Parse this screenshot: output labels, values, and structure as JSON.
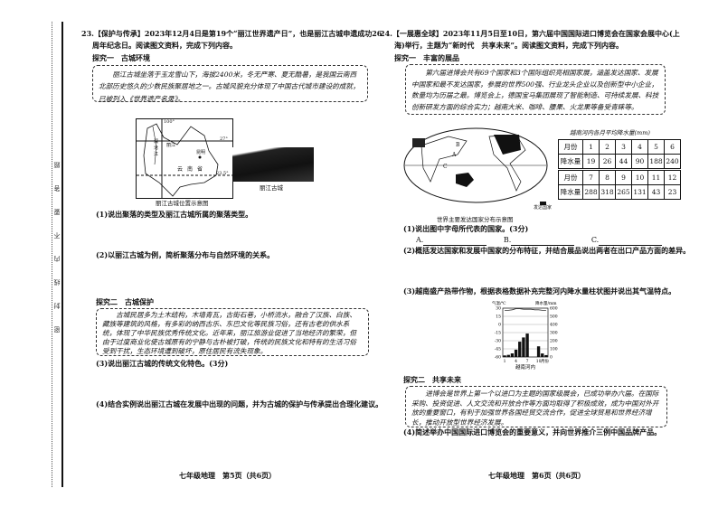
{
  "binding_margin": "密封线内不要答题",
  "left_page": {
    "q23_intro": [
      "23.【保护与传承】2023年12月4日是第19个“丽江世界遗产日”，也是丽江古城申遗成功26",
      "周年纪念日。阅读图文资料，完成下列内容。"
    ],
    "explore1_title": "探究一　古城环境",
    "explore1_text": "丽江古城坐落于玉龙雪山下，海拔2400米，冬无严寒、夏无酷暑，是我国云南西北部历史悠久的少数民族聚居地之一。古城风貌充分体现了中国古代城市建设的成就，已被列入《世界遗产名录》。",
    "map": {
      "caption": "丽江古城位置示意图",
      "labels": {
        "lon": "100°",
        "lat1": "27°",
        "lat2": "23.5°",
        "river": "澜沧江",
        "city1": "丽江",
        "city2": "昆明",
        "province": "云南省"
      }
    },
    "photo_caption": "丽江古城",
    "q1": "(1)说出聚落的类型及丽江古城所属的聚落类型。",
    "q2": "(2)以丽江古城为例，简析聚落分布与自然环境的关系。",
    "explore2_title": "探究二　古城保护",
    "explore2_text": "古城民居多为土木结构，木墙青瓦，古街石巷，小桥流水，融合了汉族、白族、藏族等建筑的风格，有多彩的纳西古乐、东巴文化等民族习俗，还有古老的供水系统，体现了中华民族优秀传统文化。近年来，丽江旅游业促进了当地经济的繁荣，但由于过度商业化使古城原有的宁静与古朴被打破，传统的民族文化和特有的生活习俗受到干扰，生态环境遭到破坏，原住居民有流失现象。",
    "q3": "(3)说出丽江古城的传统文化特色。(3分)",
    "q4": "(4)结合实例说出丽江古城在发展中出现的问题，并为古城的保护与传承提出合理化建议。",
    "footer": "七年级地理　第5页（共6页）"
  },
  "right_page": {
    "q24_intro": [
      "24.【一展惠全球】2023年11月5日至10日，第六届中国国际进口博览会在国家会展中心(上",
      "海)举行，主题为“新时代　共享未来”。阅读图文资料，完成下列内容。"
    ],
    "explore1_title": "探究一　丰富的展品",
    "explore1_text": "第六届进博会共有69个国家和3个国际组织亮相国家展，涵盖发达国家、发展中国家和最不发达国家，参展的世界500强、行业龙头企业以及创新型中小企业，数量均为历届之最。博览会上，德国宝马集团展现了智能制造、可持续发展、科技创新研发方面的综合实力；越南大米、咖啡、腰果、火龙果等备受青睐等。",
    "world_map": {
      "caption": "世界主要发达国家分布示意图",
      "legend": "发达国家",
      "letters": [
        "A",
        "B",
        "C"
      ]
    },
    "rain_table": {
      "title": "越南河内各月平均降水量(mm)",
      "row_month_label": "月份",
      "row_rain_label": "降水量",
      "months_1": [
        "1",
        "2",
        "3",
        "4",
        "5",
        "6"
      ],
      "rain_1": [
        "19",
        "26",
        "44",
        "90",
        "188",
        "240"
      ],
      "months_2": [
        "7",
        "8",
        "9",
        "10",
        "11",
        "12"
      ],
      "rain_2": [
        "288",
        "318",
        "265",
        "131",
        "43",
        "23"
      ]
    },
    "q1": "(1)说出图中字母所代表的国家。(3分)",
    "q1_blanks": [
      "A.",
      "B.",
      "C."
    ],
    "q2": "(2)概括发达国家和发展中国家的分布特征，并结合展品说出两者在出口产品方面的差异。",
    "q3": "(3)越南盛产热带作物，根据表格数据补充完整河内降水量柱状图并说出其气温特点。",
    "explore2_title": "探究二　共享未来",
    "explore2_text": "进博会是世界上第一个以进口为主题的国家级展会，已成功举办六届。在国际采购、投资促进、人文交流和开放合作等方面均取得了积极成效，成为中国对外开放的重要窗口，有利于加强世界各国经贸交流合作，促进全球贸易和世界经济增长，推动开放型世界经济发展。",
    "q4": "(4)简述举办中国国际进口博览会的重要意义，并向世界推介三例中国品牌产品。",
    "footer": "七年级地理　第6页（共6页）"
  },
  "chart_data": {
    "type": "bar",
    "title": "越南河内",
    "ylabel_left": "气温/℃",
    "ylabel_right": "降水量/mm",
    "x_ticks": [
      "1",
      "4",
      "7",
      "10"
    ],
    "x_unit": "月份",
    "y_left_ticks": [
      30,
      15,
      0,
      -15,
      -30,
      -45,
      -60
    ],
    "y_left_lim": [
      -60,
      30
    ],
    "y_right_ticks": [
      600,
      500,
      400,
      300,
      200,
      100,
      0
    ],
    "y_right_lim": [
      0,
      600
    ],
    "categories": [
      1,
      2,
      3,
      4,
      5,
      6,
      7,
      8,
      9,
      10,
      11,
      12
    ],
    "series": [
      {
        "type": "bar",
        "axis": "right",
        "values": [
          19,
          26,
          44,
          90,
          188,
          240,
          288,
          null,
          null,
          131,
          43,
          23
        ]
      },
      {
        "type": "line",
        "axis": "left",
        "values": [
          26,
          26,
          27,
          29,
          29,
          28,
          28,
          28,
          27,
          27,
          26,
          26
        ]
      }
    ],
    "grid": true
  }
}
